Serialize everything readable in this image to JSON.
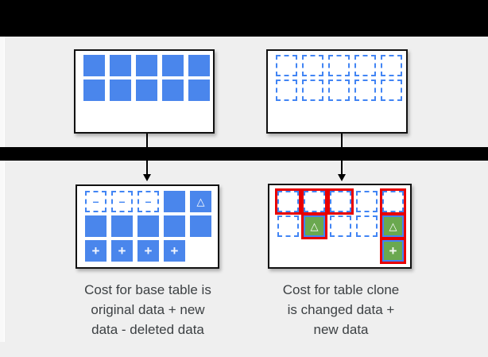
{
  "diagram": {
    "colors": {
      "blue": "#4a86ec",
      "dashed_blue": "#4285f4",
      "green": "#6aa84f",
      "red": "#e80000",
      "background": "#efefef",
      "bar": "#000000",
      "text": "#3c4043",
      "box_background": "#ffffff",
      "box_border": "#111111"
    },
    "glyphs": {
      "minus": "–",
      "plus": "+",
      "triangle": "△"
    },
    "captions": {
      "left": [
        "Cost for base table is",
        "original data + new",
        "data - deleted data"
      ],
      "right": [
        "Cost for table clone",
        "is changed data +",
        "new data"
      ]
    },
    "boxes": [
      {
        "id": "base-table-original",
        "rows": [
          [
            "solid",
            "solid",
            "solid",
            "solid",
            "solid"
          ],
          [
            "solid",
            "solid",
            "solid",
            "solid",
            "solid"
          ]
        ]
      },
      {
        "id": "table-clone-original",
        "rows": [
          [
            "dashed",
            "dashed",
            "dashed",
            "dashed",
            "dashed"
          ],
          [
            "dashed",
            "dashed",
            "dashed",
            "dashed",
            "dashed"
          ]
        ]
      },
      {
        "id": "base-table-after",
        "rows": [
          [
            "dashed minus",
            "dashed minus",
            "dashed minus",
            "solid",
            "solid triangle"
          ],
          [
            "solid",
            "solid",
            "solid",
            "solid",
            "solid"
          ],
          [
            "solid plus",
            "solid plus",
            "solid plus",
            "solid plus",
            "empty"
          ]
        ]
      },
      {
        "id": "table-clone-after",
        "rows": [
          [
            "dashed red",
            "dashed red",
            "dashed red",
            "dashed",
            "dashed red"
          ],
          [
            "dashed",
            "green triangle red",
            "dashed",
            "dashed",
            "green triangle red"
          ],
          [
            "empty",
            "empty",
            "empty",
            "empty",
            "green plus red"
          ]
        ]
      }
    ]
  }
}
